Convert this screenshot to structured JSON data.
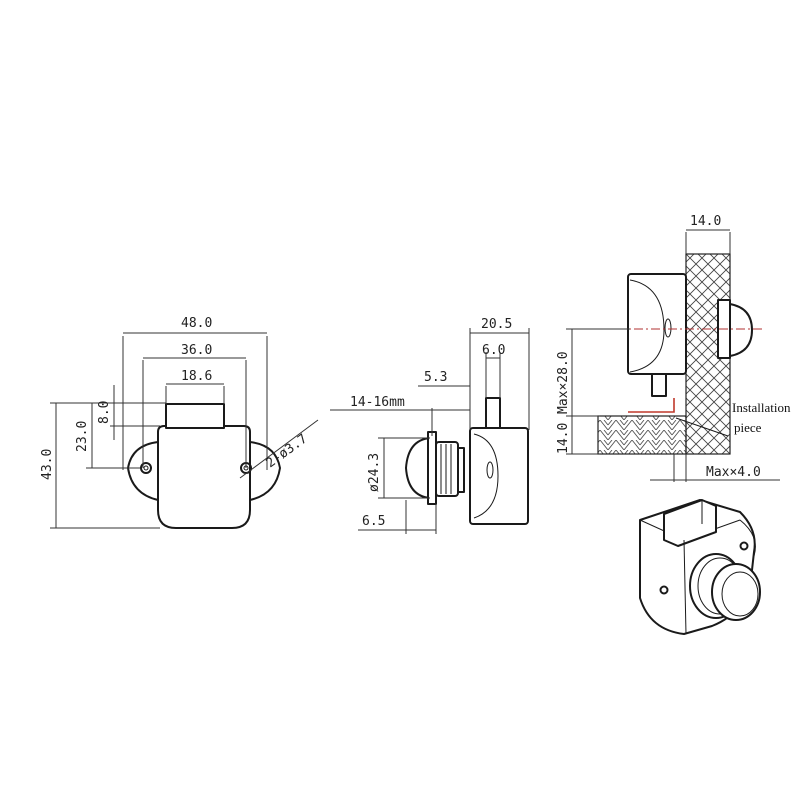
{
  "front_view": {
    "dim_width_total": "48.0",
    "dim_width_holes": "36.0",
    "dim_width_tab": "18.6",
    "dim_height_total": "43.0",
    "dim_height_body": "23.0",
    "dim_height_tab": "8.0",
    "dim_hole": "2-ø3.7"
  },
  "side_view": {
    "dim_depth_total": "20.5",
    "dim_latch": "6.0",
    "dim_offset": "5.3",
    "dim_panel_range": "14-16mm",
    "dim_button_dia": "ø24.3",
    "dim_button_depth": "6.5"
  },
  "install_view": {
    "dim_panel": "14.0",
    "dim_height_max": "Max×28.0",
    "dim_lower": "14.0",
    "dim_gap_max": "Max×4.0",
    "label_line1": "Installation",
    "label_line2": "piece"
  }
}
